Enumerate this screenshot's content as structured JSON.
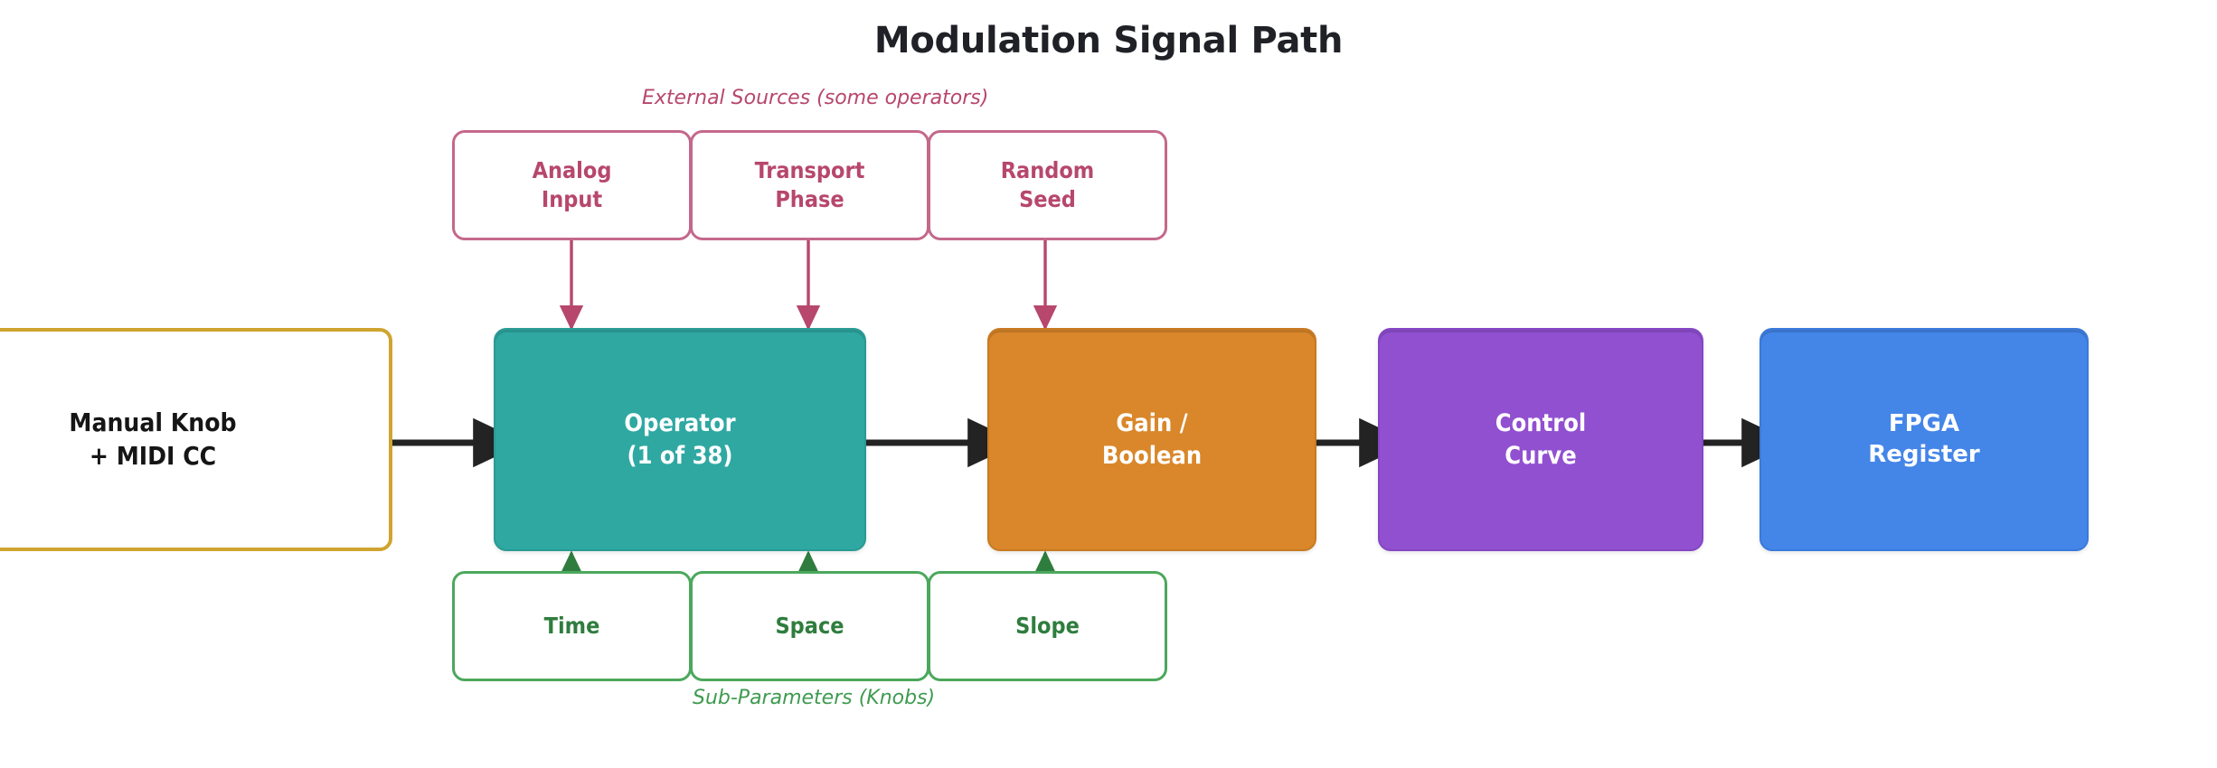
{
  "title": "Modulation Signal Path",
  "captions": {
    "external": "External Sources (some operators)",
    "sub": "Sub-Parameters (Knobs)"
  },
  "colors": {
    "title": "#1f2126",
    "teal": "#2fa8a2",
    "orange": "#d9872a",
    "purple": "#9150d0",
    "blue": "#4485e8",
    "gold": "#cfa42f",
    "pink": "#b7476c",
    "green": "#3f9b50",
    "arrow_main": "#232323",
    "arrow_external": "#b7476c",
    "arrow_sub": "#3f9b50"
  },
  "external_sources": [
    {
      "id": "analog-input",
      "label": "Analog\nInput"
    },
    {
      "id": "transport-phase",
      "label": "Transport\nPhase"
    },
    {
      "id": "random-seed",
      "label": "Random\nSeed"
    }
  ],
  "pipeline": [
    {
      "id": "manual-knob",
      "label": "Manual Knob\n+ MIDI CC",
      "style": "outline-gold"
    },
    {
      "id": "operator",
      "label": "Operator\n(1 of 38)",
      "style": "filled-teal"
    },
    {
      "id": "gain-boolean",
      "label": "Gain /\nBoolean",
      "style": "filled-orange"
    },
    {
      "id": "control-curve",
      "label": "Control\nCurve",
      "style": "filled-purple"
    },
    {
      "id": "fpga-register",
      "label": "FPGA\nRegister",
      "style": "filled-blue"
    }
  ],
  "sub_parameters": [
    {
      "id": "time",
      "label": "Time"
    },
    {
      "id": "space",
      "label": "Space"
    },
    {
      "id": "slope",
      "label": "Slope"
    }
  ],
  "edges": [
    {
      "from": "manual-knob",
      "to": "operator",
      "kind": "main"
    },
    {
      "from": "operator",
      "to": "gain-boolean",
      "kind": "main"
    },
    {
      "from": "gain-boolean",
      "to": "control-curve",
      "kind": "main"
    },
    {
      "from": "control-curve",
      "to": "fpga-register",
      "kind": "main"
    },
    {
      "from": "analog-input",
      "to": "operator",
      "kind": "external"
    },
    {
      "from": "transport-phase",
      "to": "operator",
      "kind": "external"
    },
    {
      "from": "random-seed",
      "to": "gain-boolean",
      "kind": "external"
    },
    {
      "from": "time",
      "to": "operator",
      "kind": "sub"
    },
    {
      "from": "space",
      "to": "operator",
      "kind": "sub"
    },
    {
      "from": "slope",
      "to": "gain-boolean",
      "kind": "sub"
    }
  ]
}
